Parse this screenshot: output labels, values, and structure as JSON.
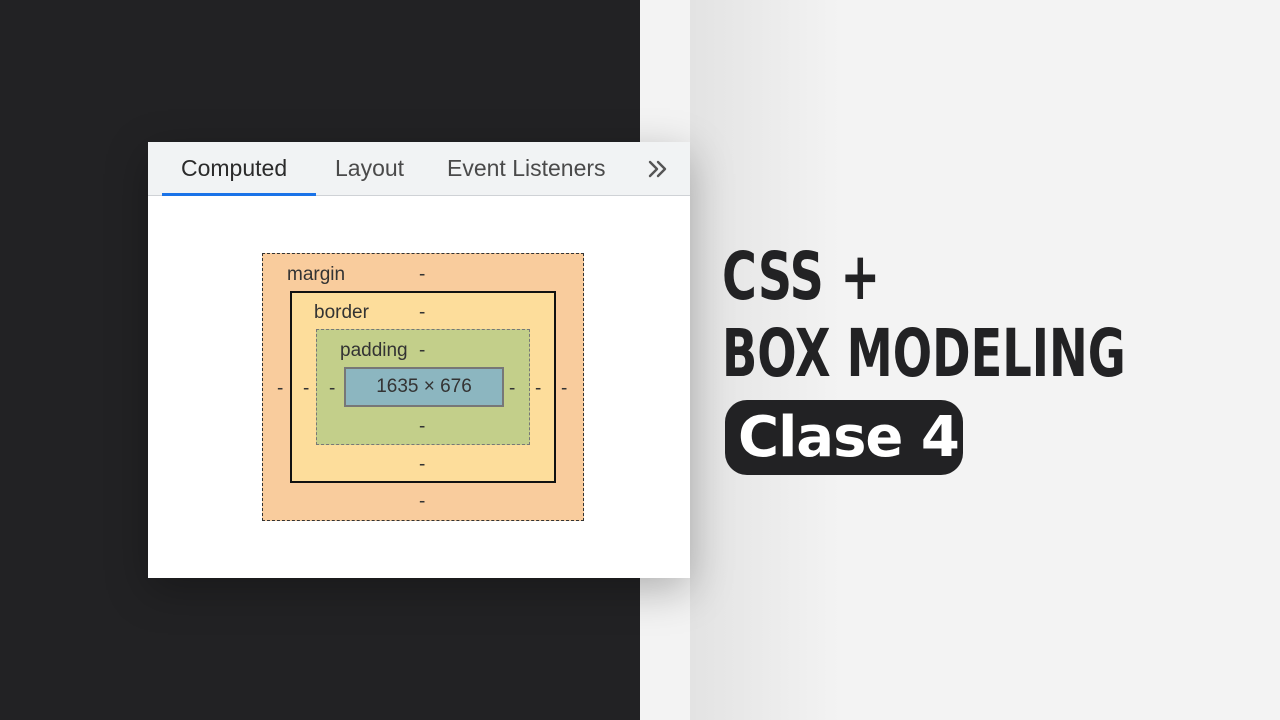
{
  "devtools": {
    "tabs": [
      {
        "label": "Computed",
        "active": true
      },
      {
        "label": "Layout",
        "active": false
      },
      {
        "label": "Event Listeners",
        "active": false
      }
    ],
    "more_icon": "chevron-double-right-icon"
  },
  "box_model": {
    "margin": {
      "label": "margin",
      "top": "-",
      "right": "-",
      "bottom": "-",
      "left": "-"
    },
    "border": {
      "label": "border",
      "top": "-",
      "right": "-",
      "bottom": "-",
      "left": "-"
    },
    "padding": {
      "label": "padding",
      "top": "-",
      "right": "-",
      "bottom": "-",
      "left": "-"
    },
    "content": {
      "size": "1635 × 676"
    },
    "colors": {
      "margin": "#f9cc9d",
      "border": "#fddd9b",
      "padding": "#c3cf8a",
      "content": "#8cb6c0"
    }
  },
  "headline": {
    "line1": "CSS +",
    "line2": "BOX MODELING",
    "badge": "Clase 4"
  },
  "colors": {
    "dark": "#222224",
    "light": "#f3f3f3",
    "accent": "#1a73e8"
  }
}
